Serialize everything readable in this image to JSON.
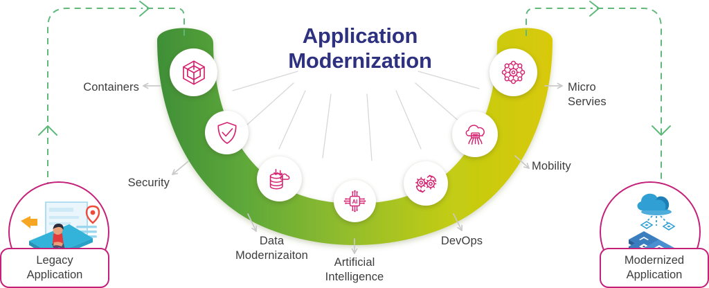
{
  "title": "Application\nModernization",
  "colors": {
    "title": "#2e3180",
    "arc_start": "#4a9a3c",
    "arc_mid": "#a8c32a",
    "arc_end": "#d9cc07",
    "icon_stroke": "#d4206e",
    "capsule_border": "#c4207a",
    "dashed_flow": "#5fb97a",
    "label_text": "#3c3c3c",
    "spoke": "#d6d6d6",
    "arrow_gray": "#c9c9c9"
  },
  "pillars": [
    {
      "key": "containers",
      "label": "Containers",
      "icon": "cube-wireframe-icon"
    },
    {
      "key": "security",
      "label": "Security",
      "icon": "shield-check-icon"
    },
    {
      "key": "data_modernization",
      "label": "Data\nModernizaiton",
      "icon": "database-cloud-icon"
    },
    {
      "key": "artificial_intelligence",
      "label": "Artificial\nIntelligence",
      "icon": "ai-chip-icon"
    },
    {
      "key": "devops",
      "label": "DevOps",
      "icon": "gears-cycle-icon"
    },
    {
      "key": "mobility",
      "label": "Mobility",
      "icon": "cloud-network-icon"
    },
    {
      "key": "microservices",
      "label": "Micro\nServies",
      "icon": "microservices-ring-icon"
    }
  ],
  "endpoints": {
    "left": {
      "label": "Legacy\nApplication",
      "illustration": "legacy-laptop-person-illustration"
    },
    "right": {
      "label": "Modernized\nApplication",
      "illustration": "cloud-server-stack-illustration"
    }
  },
  "flow": {
    "left_direction": "up",
    "right_direction": "down",
    "style": "dashed"
  }
}
